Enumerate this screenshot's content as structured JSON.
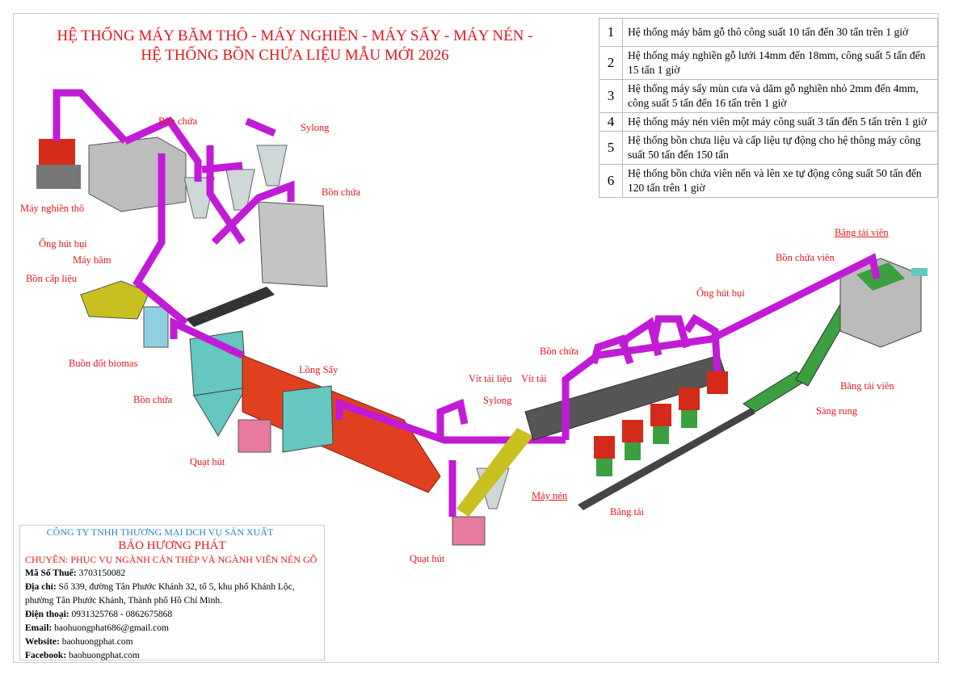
{
  "title": {
    "line1": "HỆ THỐNG MÁY BĂM THÔ - MÁY NGHIỀN - MÁY SẤY - MÁY NÉN -",
    "line2": "HỆ THỐNG BỒN CHỨA LIỆU MẪU MỚI 2026"
  },
  "spec_table": [
    {
      "no": "1",
      "text": "Hệ thống máy băm gỗ thô công suất 10 tấn đến 30 tấn trên 1 giờ"
    },
    {
      "no": "2",
      "text": "Hệ thống máy nghiền gỗ lưới 14mm đến 18mm, công suất 5 tấn đến 15 tấn 1 giờ"
    },
    {
      "no": "3",
      "text": "Hệ thống máy sấy mùn cưa và dăm gỗ nghiền nhỏ 2mm đến 4mm, công suất 5 tấn đến 16 tấn trên 1 giờ"
    },
    {
      "no": "4",
      "text": "Hệ thống máy nén viên một máy công suất 3 tấn đến 5 tấn trên 1 giờ"
    },
    {
      "no": "5",
      "text": "Hệ thống bồn chưa liệu và cấp liệu tự động cho hệ thông máy công suất 50 tấn đến 150 tấn"
    },
    {
      "no": "6",
      "text": "Hệ thống bồn chứa viên nến và lên xe tự động công suất 50 tấn đến 120 tấn trên 1 giờ"
    }
  ],
  "labels": {
    "bon_chua_1": "Bồn chứa",
    "sylong_1": "Sylong",
    "bon_chua_2": "Bồn chứa",
    "may_nghien_tho": "Máy nghiền thô",
    "ong_hut_bui_1": "Ống hút bụi",
    "may_bam": "Máy băm",
    "bon_cap_lieu": "Bồn cấp liệu",
    "buon_dot": "Buồn đốt biomas",
    "bon_chua_3": "Bồn chứa",
    "long_say": "Lồng Sấy",
    "quat_hut_1": "Quạt hút",
    "vit_tai_lieu": "Vít tải liệu",
    "vit_tai": "Vít tải",
    "sylong_2": "Sylong",
    "bon_chua_4": "Bồn chứa",
    "ong_hut_bui_2": "Ống hút bụi",
    "bon_chua_vien": "Bồn chứa viên",
    "bang_tai_vien_1": "Băng tải viên",
    "bang_tai_vien_2": "Băng tải viên",
    "sang_rung": "Sàng rung",
    "may_nen": "Máy nén",
    "bang_tai": "Băng tải",
    "quat_hut_2": "Quạt hút"
  },
  "company": {
    "line1": "CÔNG TY TNHH THƯƠNG MẠI DCH VỤ SẢN XUẤT",
    "name": "BẢO HƯƠNG PHÁT",
    "specialty": "CHUYÊN: PHỤC VỤ NGÀNH CÁN THÉP VÀ NGÀNH VIÊN NÉN GỖ",
    "tax_label": "Mã Số Thuế:",
    "tax": "3703150082",
    "address_label": "Địa chỉ:",
    "address": "Số 339, đường Tân Phước Khánh 32, tổ 5, khu phố Khánh Lộc, phường Tân Phước Khánh, Thành phố Hồ Chí Minh.",
    "phone_label": "Điện thoại:",
    "phone": "0931325768 - 0862675868",
    "email_label": "Email:",
    "email": "baohuongphat686@gmail.com",
    "website_label": "Website:",
    "website": "baohuongphat.com",
    "facebook_label": "Facebook:",
    "facebook": "baohuongphat.com"
  },
  "colors": {
    "pipe": "#c21bd6",
    "accent": "#e8161b",
    "tank": "#b8b8b8",
    "cyclone": "#cfd8d8",
    "dryer": "#e04020",
    "teal": "#66c6c0",
    "green": "#3aa040"
  }
}
